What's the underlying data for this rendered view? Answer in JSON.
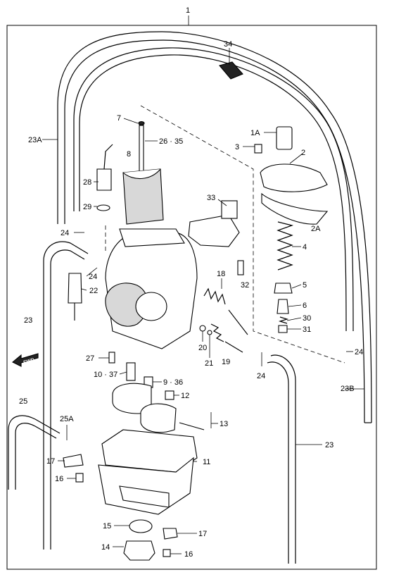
{
  "fwd_label": "FWD",
  "callouts": [
    {
      "id": "1",
      "label": "1"
    },
    {
      "id": "34",
      "label": "34"
    },
    {
      "id": "23A",
      "label": "23A"
    },
    {
      "id": "7",
      "label": "7"
    },
    {
      "id": "26-35",
      "label": "26 · 35"
    },
    {
      "id": "8",
      "label": "8"
    },
    {
      "id": "28",
      "label": "28"
    },
    {
      "id": "29",
      "label": "29"
    },
    {
      "id": "1A",
      "label": "1A"
    },
    {
      "id": "3",
      "label": "3"
    },
    {
      "id": "2",
      "label": "2"
    },
    {
      "id": "2A",
      "label": "2A"
    },
    {
      "id": "33",
      "label": "33"
    },
    {
      "id": "4",
      "label": "4"
    },
    {
      "id": "24a",
      "label": "24"
    },
    {
      "id": "24b",
      "label": "24"
    },
    {
      "id": "22",
      "label": "22"
    },
    {
      "id": "18",
      "label": "18"
    },
    {
      "id": "32",
      "label": "32"
    },
    {
      "id": "5",
      "label": "5"
    },
    {
      "id": "6",
      "label": "6"
    },
    {
      "id": "30",
      "label": "30"
    },
    {
      "id": "31",
      "label": "31"
    },
    {
      "id": "23a",
      "label": "23"
    },
    {
      "id": "20",
      "label": "20"
    },
    {
      "id": "21",
      "label": "21"
    },
    {
      "id": "19",
      "label": "19"
    },
    {
      "id": "24c",
      "label": "24"
    },
    {
      "id": "24d",
      "label": "24"
    },
    {
      "id": "27",
      "label": "27"
    },
    {
      "id": "10-37",
      "label": "10 · 37"
    },
    {
      "id": "9-36",
      "label": "9 · 36"
    },
    {
      "id": "12",
      "label": "12"
    },
    {
      "id": "23B",
      "label": "23B"
    },
    {
      "id": "13",
      "label": "13"
    },
    {
      "id": "25",
      "label": "25"
    },
    {
      "id": "25A",
      "label": "25A"
    },
    {
      "id": "17a",
      "label": "17"
    },
    {
      "id": "11",
      "label": "11"
    },
    {
      "id": "23b",
      "label": "23"
    },
    {
      "id": "16a",
      "label": "16"
    },
    {
      "id": "15",
      "label": "15"
    },
    {
      "id": "17b",
      "label": "17"
    },
    {
      "id": "14",
      "label": "14"
    },
    {
      "id": "16b",
      "label": "16"
    }
  ]
}
